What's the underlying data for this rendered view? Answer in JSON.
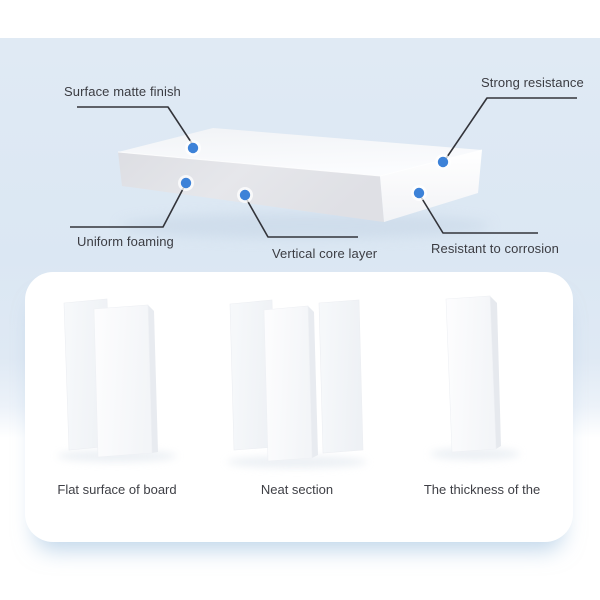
{
  "product_diagram": {
    "callouts": [
      {
        "label": "Surface matte finish"
      },
      {
        "label": "Strong resistance"
      },
      {
        "label": "Uniform foaming"
      },
      {
        "label": "Vertical core layer"
      },
      {
        "label": "Resistant to corrosion"
      }
    ]
  },
  "features": [
    {
      "label": "Flat surface of board",
      "board_count": 2
    },
    {
      "label": "Neat section",
      "board_count": 3
    },
    {
      "label": "The thickness of the",
      "board_count": 1
    }
  ],
  "colors": {
    "background_blue": "#dbe7f3",
    "dot_blue": "#3d82d8",
    "line_dark": "#33343a",
    "card_white": "#ffffff"
  }
}
